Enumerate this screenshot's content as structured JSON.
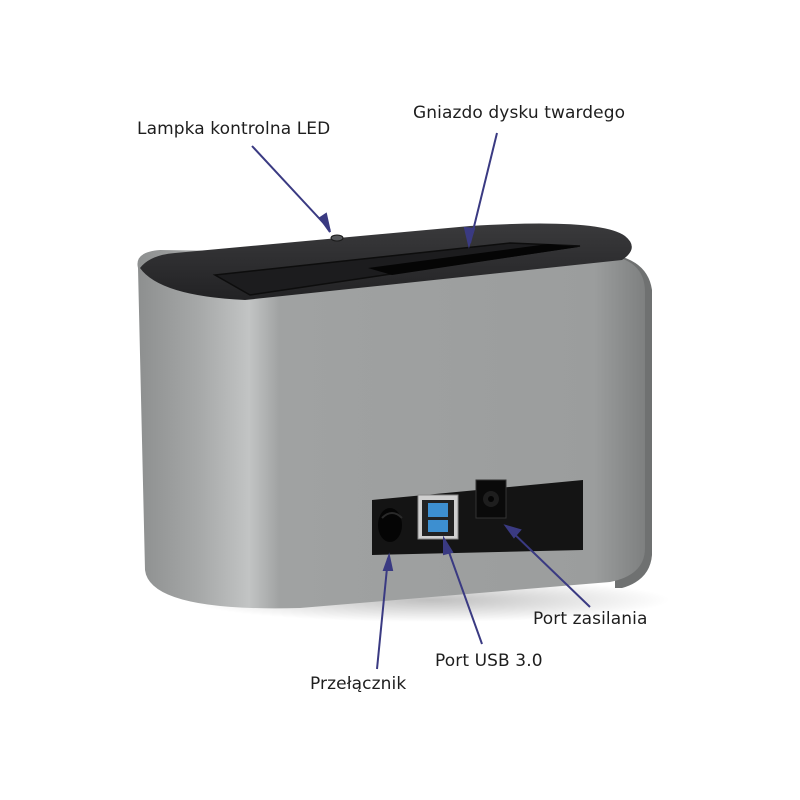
{
  "figure": {
    "subject": "HDD docking station",
    "colors": {
      "background": "#ffffff",
      "body": "#9a9c9c",
      "body_highlight": "#b5b7b7",
      "body_shadow": "#6e7070",
      "top": "#2a2a2c",
      "slot": "#050505",
      "panel": "#141414",
      "usb_blue": "#3d8fd0",
      "pointer": "#3a3a82"
    }
  },
  "callouts": [
    {
      "id": "led",
      "label": "Lampka kontrolna LED"
    },
    {
      "id": "slot",
      "label": "Gniazdo dysku twardego"
    },
    {
      "id": "power",
      "label": "Port zasilania"
    },
    {
      "id": "usb",
      "label": "Port USB 3.0"
    },
    {
      "id": "switch",
      "label": "Przełącznik"
    }
  ]
}
